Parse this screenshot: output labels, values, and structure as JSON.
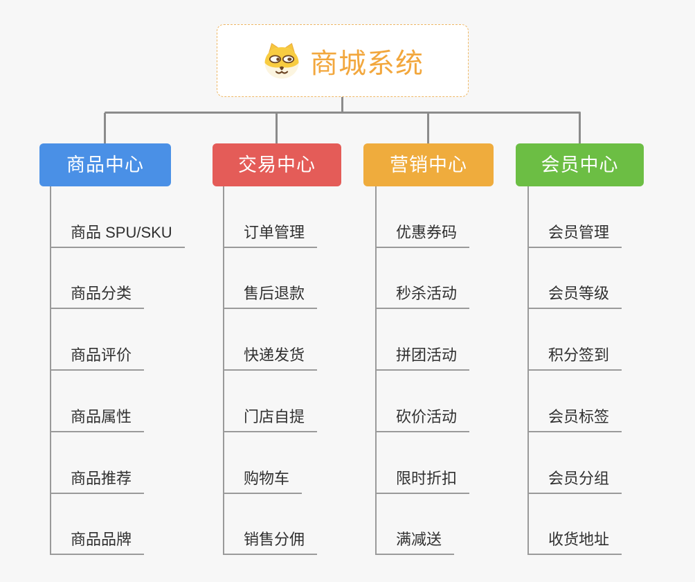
{
  "root": {
    "title": "商城系统",
    "icon": "dog-face-icon"
  },
  "branches": [
    {
      "label": "商品中心",
      "color": "#4a90e6",
      "items": [
        "商品 SPU/SKU",
        "商品分类",
        "商品评价",
        "商品属性",
        "商品推荐",
        "商品品牌"
      ]
    },
    {
      "label": "交易中心",
      "color": "#e45c58",
      "items": [
        "订单管理",
        "售后退款",
        "快递发货",
        "门店自提",
        "购物车",
        "销售分佣"
      ]
    },
    {
      "label": "营销中心",
      "color": "#efac3d",
      "items": [
        "优惠券码",
        "秒杀活动",
        "拼团活动",
        "砍价活动",
        "限时折扣",
        "满减送"
      ]
    },
    {
      "label": "会员中心",
      "color": "#6cbe44",
      "items": [
        "会员管理",
        "会员等级",
        "积分签到",
        "会员标签",
        "会员分组",
        "收货地址"
      ]
    }
  ],
  "colors": {
    "background": "#f7f7f7",
    "connector": "#8b8b8b",
    "leaf_line": "#9a9a9a",
    "leaf_text": "#303030",
    "root_border": "#eeb763",
    "root_title": "#f2a73d"
  }
}
